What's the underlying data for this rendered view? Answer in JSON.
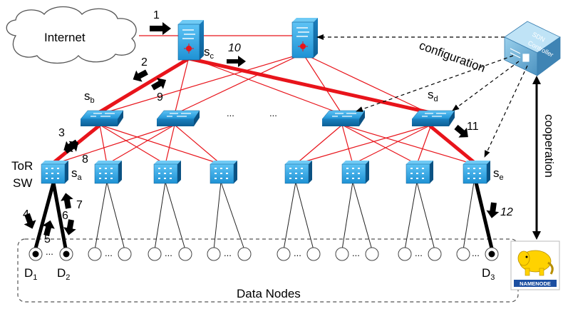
{
  "labels": {
    "internet": "Internet",
    "configuration": "configuration",
    "cooperation": "cooperation",
    "sdn_line1": "SDN",
    "sdn_line2": "Controller",
    "tor_line1": "ToR",
    "tor_line2": "SW",
    "data_nodes": "Data Nodes",
    "namenode": "NAMENODE",
    "ellipsis": "..."
  },
  "switch_labels": {
    "sc": {
      "main": "s",
      "sub": "c"
    },
    "sb": {
      "main": "s",
      "sub": "b"
    },
    "sd": {
      "main": "s",
      "sub": "d"
    },
    "sa": {
      "main": "s",
      "sub": "a"
    },
    "se": {
      "main": "s",
      "sub": "e"
    }
  },
  "node_labels": {
    "d1": {
      "main": "D",
      "sub": "1"
    },
    "d2": {
      "main": "D",
      "sub": "2"
    },
    "d3": {
      "main": "D",
      "sub": "3"
    }
  },
  "steps": [
    "1",
    "2",
    "3",
    "4",
    "5",
    "6",
    "7",
    "8",
    "9",
    "10",
    "11",
    "12"
  ],
  "colors": {
    "link_red": "#e8141b",
    "switch_blue": "#1d8fd1",
    "switch_dark": "#0d5f95",
    "cloud_stroke": "#555555",
    "namenode_yellow": "#ffd200",
    "namenode_blue": "#1c4fa1"
  }
}
